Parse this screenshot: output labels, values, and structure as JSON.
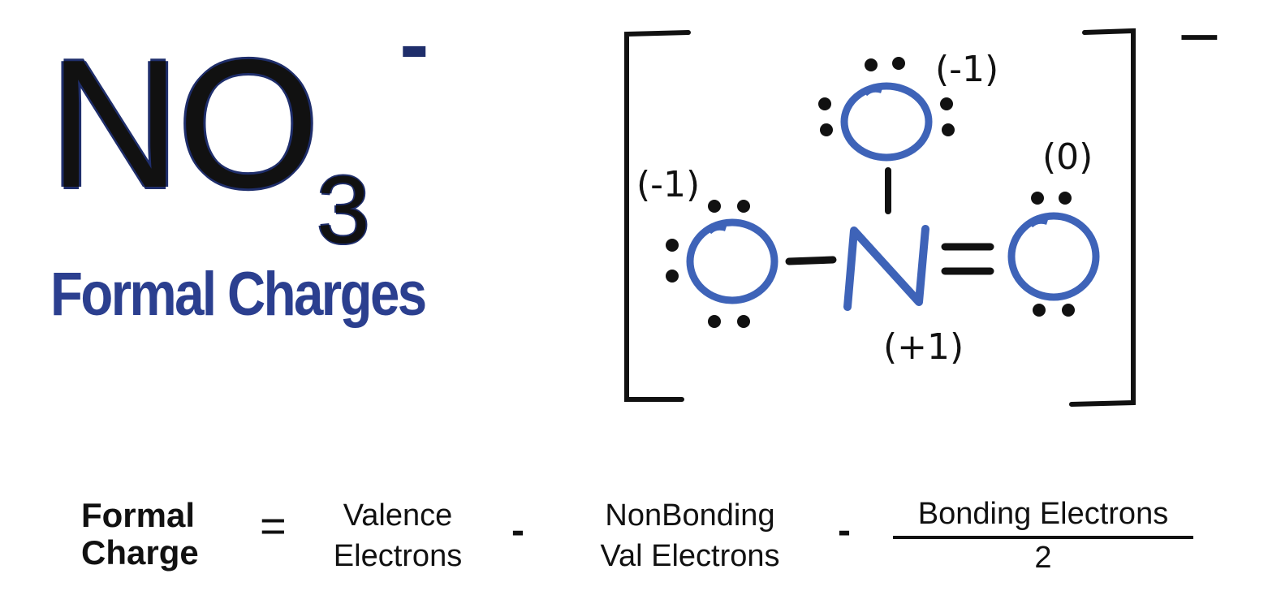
{
  "title": {
    "formula_main": "NO",
    "formula_subscript": "3",
    "formula_charge": "-",
    "subtitle": "Formal Charges"
  },
  "lewis": {
    "bracket_charge": "−",
    "atoms": [
      {
        "symbol": "O",
        "position": "top",
        "formal_charge": "(-1)"
      },
      {
        "symbol": "O",
        "position": "left",
        "formal_charge": "(-1)"
      },
      {
        "symbol": "N",
        "position": "center",
        "formal_charge": "(+1)"
      },
      {
        "symbol": "O",
        "position": "right",
        "formal_charge": "(0)"
      }
    ],
    "bonds": [
      {
        "from": "N",
        "to": "O-top",
        "order": 1
      },
      {
        "from": "N",
        "to": "O-left",
        "order": 1
      },
      {
        "from": "N",
        "to": "O-right",
        "order": 2
      }
    ],
    "colors": {
      "atom": "#3e63b8",
      "ink": "#111111"
    }
  },
  "equation": {
    "lhs_line1": "Formal",
    "lhs_line2": "Charge",
    "equals": "=",
    "term1_line1": "Valence",
    "term1_line2": "Electrons",
    "minus": "-",
    "term2_line1": "NonBonding",
    "term2_line2": "Val Electrons",
    "term3_numerator": "Bonding Electrons",
    "term3_denominator": "2"
  }
}
